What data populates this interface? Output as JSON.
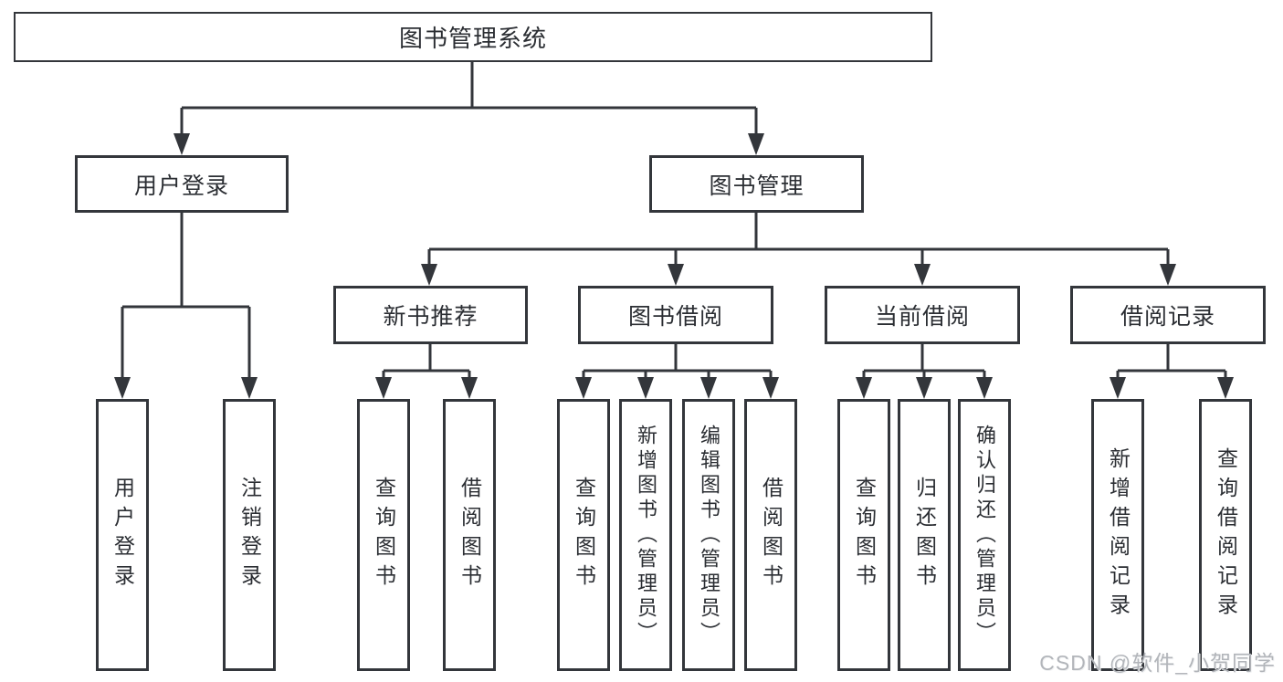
{
  "nodes": {
    "root": "图书管理系统",
    "user_login": {
      "label": "用户登录",
      "children": [
        "用户登录",
        "注销登录"
      ]
    },
    "book_mgmt": {
      "label": "图书管理"
    },
    "new_book_rec": {
      "label": "新书推荐",
      "children": [
        "查询图书",
        "借阅图书"
      ]
    },
    "book_borrow": {
      "label": "图书借阅",
      "children": [
        "查询图书",
        "新增图书（管理员）",
        "编辑图书（管理员）",
        "借阅图书"
      ]
    },
    "current_borrow": {
      "label": "当前借阅",
      "children": [
        "查询图书",
        "归还图书",
        "确认归还（管理员）"
      ]
    },
    "borrow_record": {
      "label": "借阅记录",
      "children": [
        "新增借阅记录",
        "查询借阅记录"
      ]
    }
  },
  "watermark": "CSDN @软件_小贺同学",
  "colors": {
    "line": "#33363b",
    "text": "#2b2e33",
    "background": "#ffffff",
    "watermark": "#b2b5ba"
  }
}
